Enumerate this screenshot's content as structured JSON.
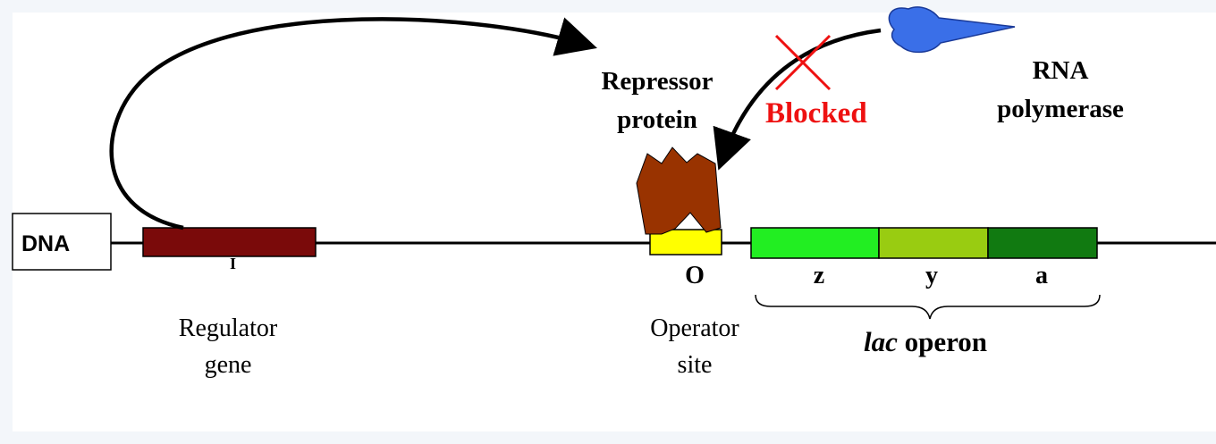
{
  "dna_label": "DNA",
  "regulator_marker": "I",
  "regulator_label": [
    "Regulator",
    "gene"
  ],
  "repressor_label": [
    "Repressor",
    "protein"
  ],
  "blocked_label": "Blocked",
  "rna_polymerase_label": [
    "RNA",
    "polymerase"
  ],
  "operator_marker": "O",
  "operator_label": [
    "Operator",
    "site"
  ],
  "genes": [
    {
      "name": "z",
      "color": "#22ee22"
    },
    {
      "name": "y",
      "color": "#99cc11"
    },
    {
      "name": "a",
      "color": "#117a11"
    }
  ],
  "operon_label": {
    "italic": "lac",
    "rest": " operon"
  },
  "colors": {
    "regulator_gene": "#7a0a0a",
    "repressor_protein": "#993300",
    "operator_site": "#ffff00",
    "rna_polymerase": "#3a6fe8",
    "blocked": "#ee1111"
  }
}
